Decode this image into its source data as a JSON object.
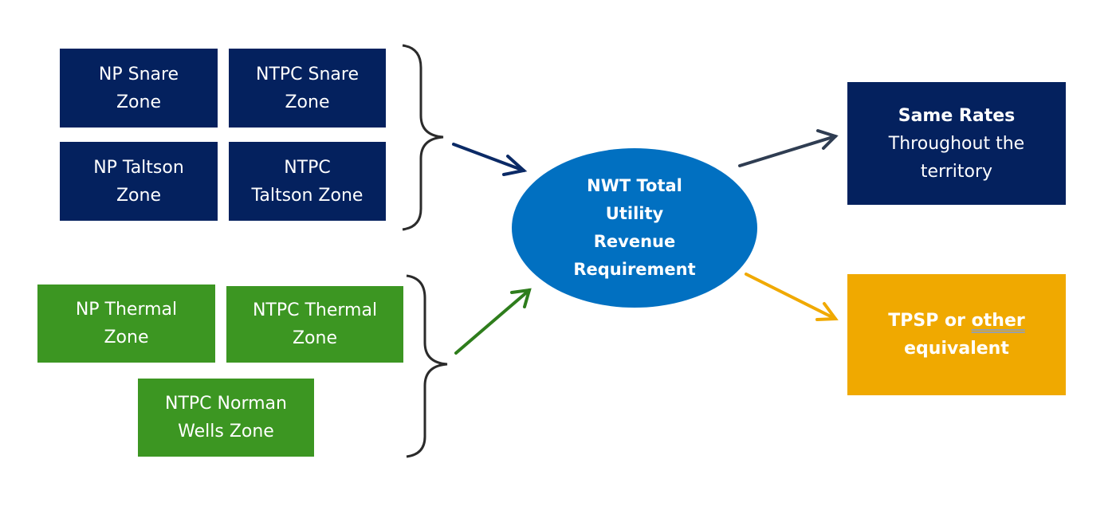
{
  "hydro_zones": [
    {
      "line1": "NP Snare",
      "line2": "Zone"
    },
    {
      "line1": "NTPC Snare",
      "line2": "Zone"
    },
    {
      "line1": "NP Taltson",
      "line2": "Zone"
    },
    {
      "line1": "NTPC",
      "line2": "Taltson Zone"
    }
  ],
  "thermal_zones": [
    {
      "line1": "NP Thermal",
      "line2": "Zone"
    },
    {
      "line1": "NTPC Thermal",
      "line2": "Zone"
    },
    {
      "line1": "NTPC Norman",
      "line2": "Wells Zone"
    }
  ],
  "center": {
    "lines": [
      "NWT Total",
      "Utility",
      "Revenue",
      "Requirement"
    ]
  },
  "outputs": {
    "same_rates": {
      "bold": "Same Rates",
      "line2": "Throughout the",
      "line3": "territory"
    },
    "tpsp": {
      "prefix": "TPSP or ",
      "underlined": "other",
      "line2": "equivalent"
    }
  },
  "colors": {
    "navy": "#04215e",
    "green": "#3c9622",
    "gold": "#f0a900",
    "center_blue": "#0170c1",
    "arrow_navy": "#0b2a66",
    "arrow_slate": "#2f3d52",
    "arrow_green": "#2e7d1c",
    "arrow_gold": "#f0a900",
    "brace": "#2b2b2b"
  }
}
